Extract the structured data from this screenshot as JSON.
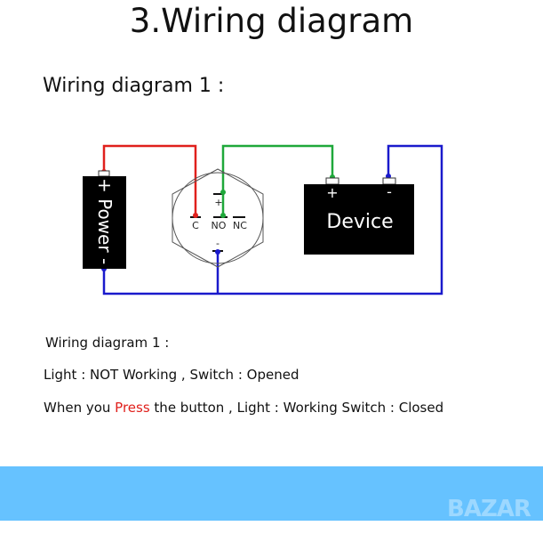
{
  "title": "3.Wiring diagram",
  "subtitle": "Wiring diagram 1 :",
  "diagram": {
    "power_label": "+ Power -",
    "device_label": "Device",
    "device_plus": "+",
    "device_minus": "-",
    "switch_plus": "+",
    "switch_minus": "-",
    "switch_c": "C",
    "switch_no": "NO",
    "switch_nc": "NC",
    "colors": {
      "positive": "#e0201c",
      "switched": "#1fa83a",
      "negative": "#1a1acc"
    }
  },
  "notes": {
    "line1": "Wiring diagram 1 :",
    "line2": "Light : NOT Working , Switch : Opened",
    "line3_a": "When you ",
    "line3_b": "Press",
    "line3_c": " the button , Light : Working Switch : Closed"
  },
  "watermark": "BAZAR"
}
